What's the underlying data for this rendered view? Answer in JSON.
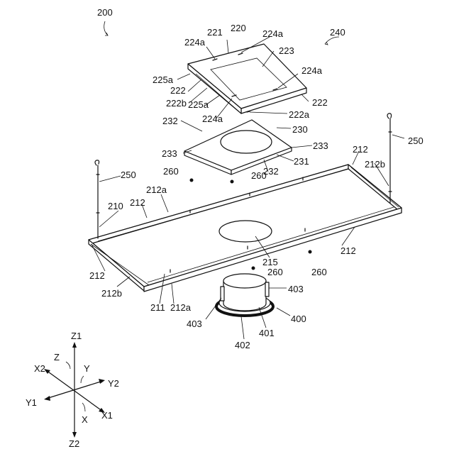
{
  "labels": {
    "assembly": "200",
    "frame_assembly": "220",
    "frame": "221",
    "hook_hole_a": "224a",
    "window": "223",
    "flange_225a": "225a",
    "side_222": "222",
    "side_222b": "222b",
    "side_222a": "222a",
    "plate_assembly": "240",
    "plate": "230",
    "plate_edge_232": "232",
    "plate_edge_233": "233",
    "plate_hole": "231",
    "panel_rail": "212",
    "panel_rail_a": "212a",
    "panel_rail_b": "212b",
    "hanger": "250",
    "screw": "260",
    "panel": "210",
    "panel_face": "211",
    "panel_hole": "215",
    "device": "400",
    "device_body": "401",
    "device_flange": "402",
    "device_clip": "403"
  },
  "axes": {
    "z1": "Z1",
    "z2": "Z2",
    "z": "Z",
    "x1": "X1",
    "x2": "X2",
    "x": "X",
    "y1": "Y1",
    "y2": "Y2",
    "y": "Y"
  }
}
